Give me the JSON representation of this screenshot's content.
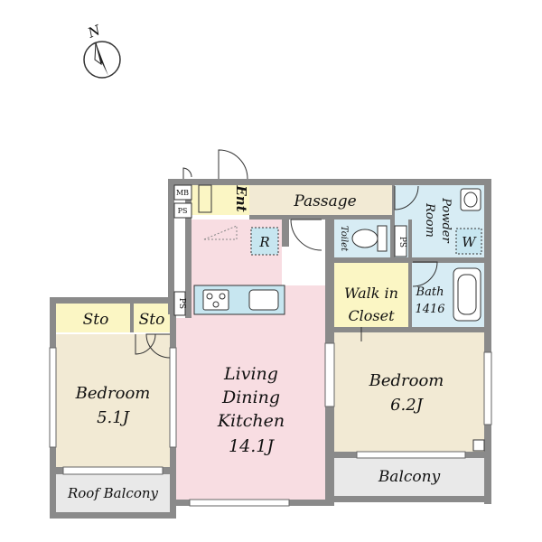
{
  "compass": {
    "north_label": "N"
  },
  "rooms": {
    "ldk": {
      "line1": "Living",
      "line2": "Dining",
      "line3": "Kitchen",
      "size": "14.1J",
      "fill": "#f8dde2"
    },
    "bedroom_left": {
      "name": "Bedroom",
      "size": "5.1J",
      "fill": "#f2ead4"
    },
    "bedroom_right": {
      "name": "Bedroom",
      "size": "6.2J",
      "fill": "#f2ead4"
    },
    "sto_1": {
      "name": "Sto",
      "fill": "#fbf6c4"
    },
    "sto_2": {
      "name": "Sto",
      "fill": "#fbf6c4"
    },
    "walk_in_closet": {
      "line1": "Walk in",
      "line2": "Closet",
      "fill": "#fbf6c4"
    },
    "passage": {
      "name": "Passage",
      "fill": "#f2ead4"
    },
    "entrance": {
      "name": "Ent"
    },
    "toilet": {
      "name": "Toilet",
      "fill": "#d7ecf4"
    },
    "powder_room": {
      "line1": "Powder",
      "line2": "Room",
      "fill": "#d7ecf4"
    },
    "bath": {
      "name": "Bath",
      "size": "1416",
      "fill": "#d7ecf4"
    },
    "balcony": {
      "name": "Balcony",
      "fill": "#e9e9e9"
    },
    "roof_balcony": {
      "name": "Roof Balcony",
      "fill": "#e9e9e9"
    }
  },
  "labels": {
    "mb": "MB",
    "ps_entrance": "PS",
    "ps_kitchen": "PS",
    "ps_toilet": "PS",
    "refrigerator": "R",
    "washer": "W"
  },
  "colors": {
    "wall": "#8a8a8a",
    "outline": "#333333",
    "fixture": "#c7e6f0"
  }
}
